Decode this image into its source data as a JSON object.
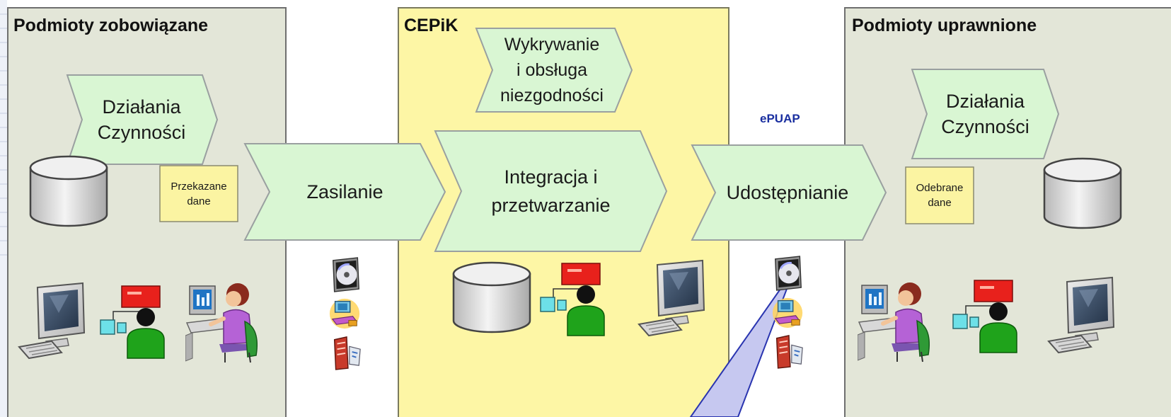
{
  "panels": {
    "left_title": "Podmioty zobowiązane",
    "center_title": "CEPiK",
    "right_title": "Podmioty uprawnione"
  },
  "arrows": {
    "left_activity": "Działania\nCzynności",
    "detection": "Wykrywanie\ni obsługa\nniezgodności",
    "feed": "Zasilanie",
    "integration": "Integracja i\nprzetwarzanie",
    "sharing": "Udostępnianie",
    "right_activity": "Działania\nCzynności"
  },
  "notes": {
    "transferred": "Przekazane\ndane",
    "received": "Odebrane\ndane"
  },
  "channel_label": "ePUAP",
  "colors": {
    "panel_side": "#e3e6d8",
    "panel_center": "#fdf6a5",
    "arrow_fill": "#d9f6d3",
    "arrow_stroke": "#9aa0a0",
    "note_fill": "#fbf4a2",
    "beam_fill": "#c6c8f0",
    "title_text": "#111111",
    "epuap_text": "#1a2fa0"
  },
  "icons": [
    "database-icon",
    "computer-icon",
    "person-at-terminal-icon",
    "woman-at-computer-icon",
    "cd-drive-icon",
    "network-icon",
    "server-icon"
  ]
}
